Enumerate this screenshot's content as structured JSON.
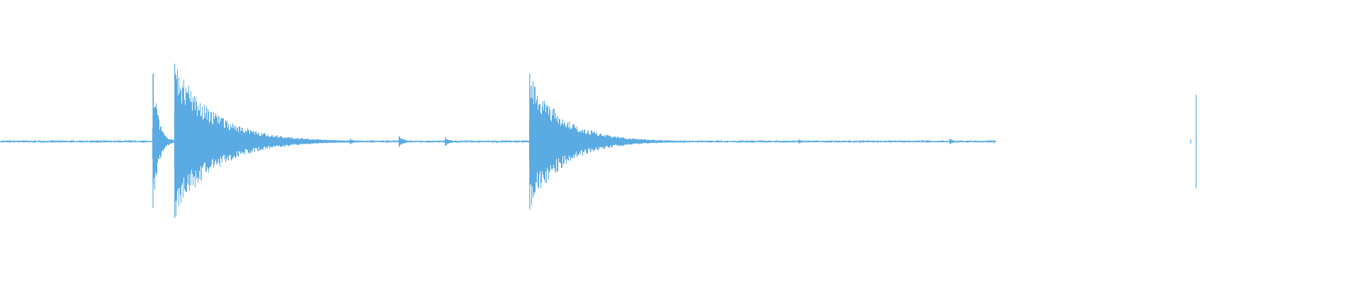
{
  "waveform": {
    "color": "#5aaae3",
    "background": "#ffffff",
    "duration_fraction_used": 0.732,
    "baseline_amplitude": 0.006,
    "events": [
      {
        "t": 0.1125,
        "peak_up": 0.48,
        "peak_down": 0.47,
        "decay": 0.004
      },
      {
        "t": 0.1285,
        "peak_up": 0.55,
        "peak_down": 0.54,
        "decay": 0.03
      },
      {
        "t": 0.1855,
        "peak_up": 0.06,
        "peak_down": 0.05,
        "decay": 0.008
      },
      {
        "t": 0.2575,
        "peak_up": 0.02,
        "peak_down": 0.02,
        "decay": 0.003
      },
      {
        "t": 0.2845,
        "peak_up": 0.01,
        "peak_down": 0.01,
        "decay": 0.003
      },
      {
        "t": 0.2935,
        "peak_up": 0.04,
        "peak_down": 0.04,
        "decay": 0.004
      },
      {
        "t": 0.3275,
        "peak_up": 0.03,
        "peak_down": 0.03,
        "decay": 0.004
      },
      {
        "t": 0.3895,
        "peak_up": 0.48,
        "peak_down": 0.48,
        "decay": 0.025
      },
      {
        "t": 0.5875,
        "peak_up": 0.015,
        "peak_down": 0.015,
        "decay": 0.003
      },
      {
        "t": 0.6985,
        "peak_up": 0.02,
        "peak_down": 0.02,
        "decay": 0.003
      },
      {
        "t": 0.8755,
        "peak_up": 0.015,
        "peak_down": 0.015,
        "decay": 0.003
      },
      {
        "t": 0.8795,
        "peak_up": 0.33,
        "peak_down": 0.33,
        "decay": 0.006
      }
    ]
  }
}
